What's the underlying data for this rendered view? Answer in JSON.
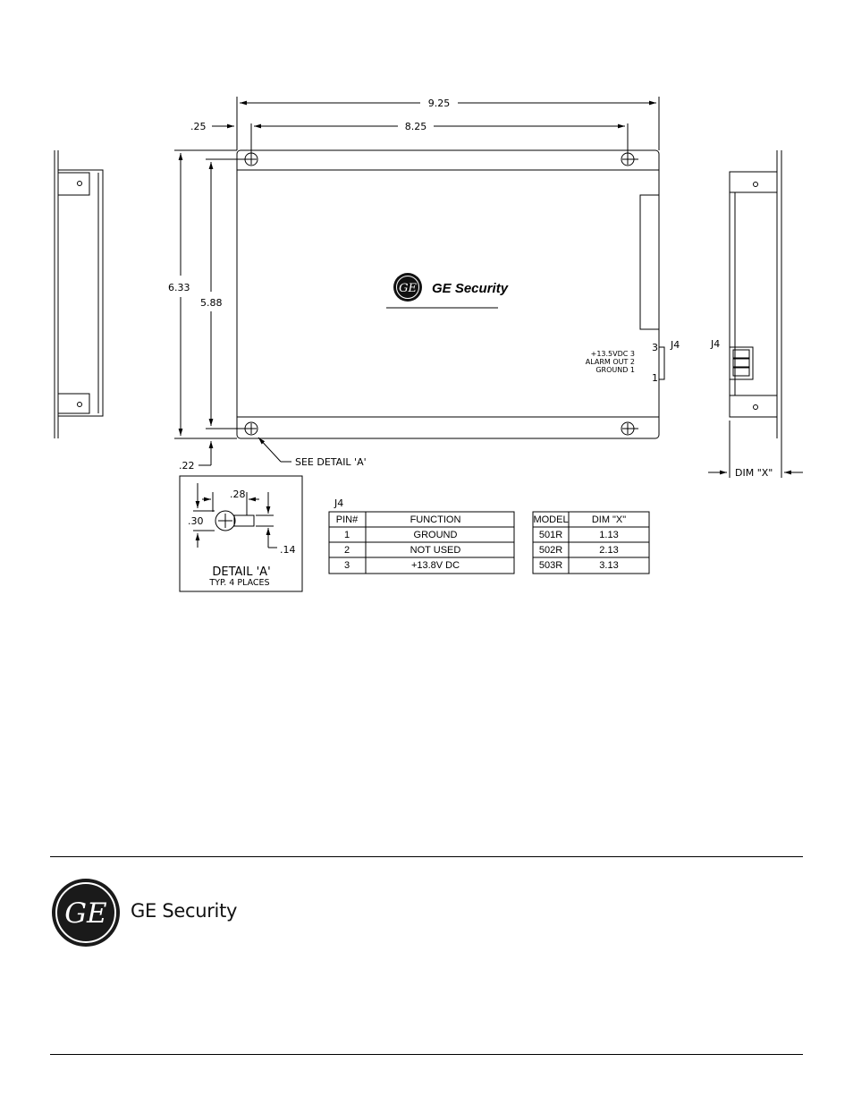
{
  "dimensions": {
    "overall_width": "9.25",
    "hole_spacing": "8.25",
    "edge_to_hole": ".25",
    "overall_height": "6.33",
    "hole_height": "5.88",
    "bottom_offset": ".22"
  },
  "brand": {
    "name": "GE Security"
  },
  "connector": {
    "label": "J4",
    "pin_high": "3",
    "pin_low": "1",
    "legend": [
      "+13.5VDC 3",
      "ALARM OUT 2",
      "GROUND 1"
    ]
  },
  "side_view": {
    "connector_label": "J4",
    "dim_label": "DIM \"X\""
  },
  "callout": "SEE DETAIL 'A'",
  "detail": {
    "title": "DETAIL 'A'",
    "subtitle": "TYP. 4 PLACES",
    "dim_width": ".28",
    "dim_height": ".30",
    "dim_slot": ".14"
  },
  "pin_table": {
    "caption": "J4",
    "headers": [
      "PIN#",
      "FUNCTION"
    ],
    "rows": [
      [
        "1",
        "GROUND"
      ],
      [
        "2",
        "NOT USED"
      ],
      [
        "3",
        "+13.8V DC"
      ]
    ]
  },
  "model_table": {
    "headers": [
      "MODEL",
      "DIM \"X\""
    ],
    "rows": [
      [
        "501R",
        "1.13"
      ],
      [
        "502R",
        "2.13"
      ],
      [
        "503R",
        "3.13"
      ]
    ]
  },
  "footer": {
    "brand": "GE Security"
  }
}
